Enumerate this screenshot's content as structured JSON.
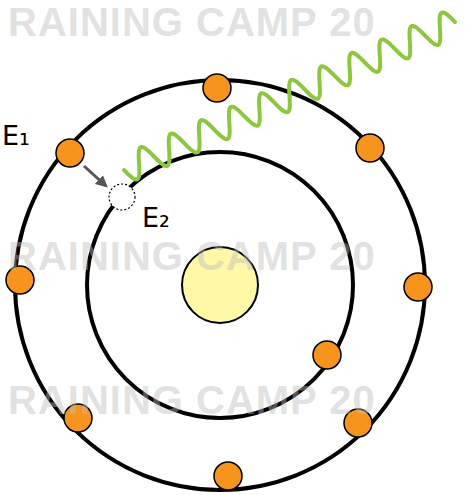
{
  "diagram": {
    "labels": [
      "E₁",
      "E₂",
      "RAINING CAMP 20",
      "RAINING CAMP 20",
      "RAINING CAMP 20"
    ]
  }
}
